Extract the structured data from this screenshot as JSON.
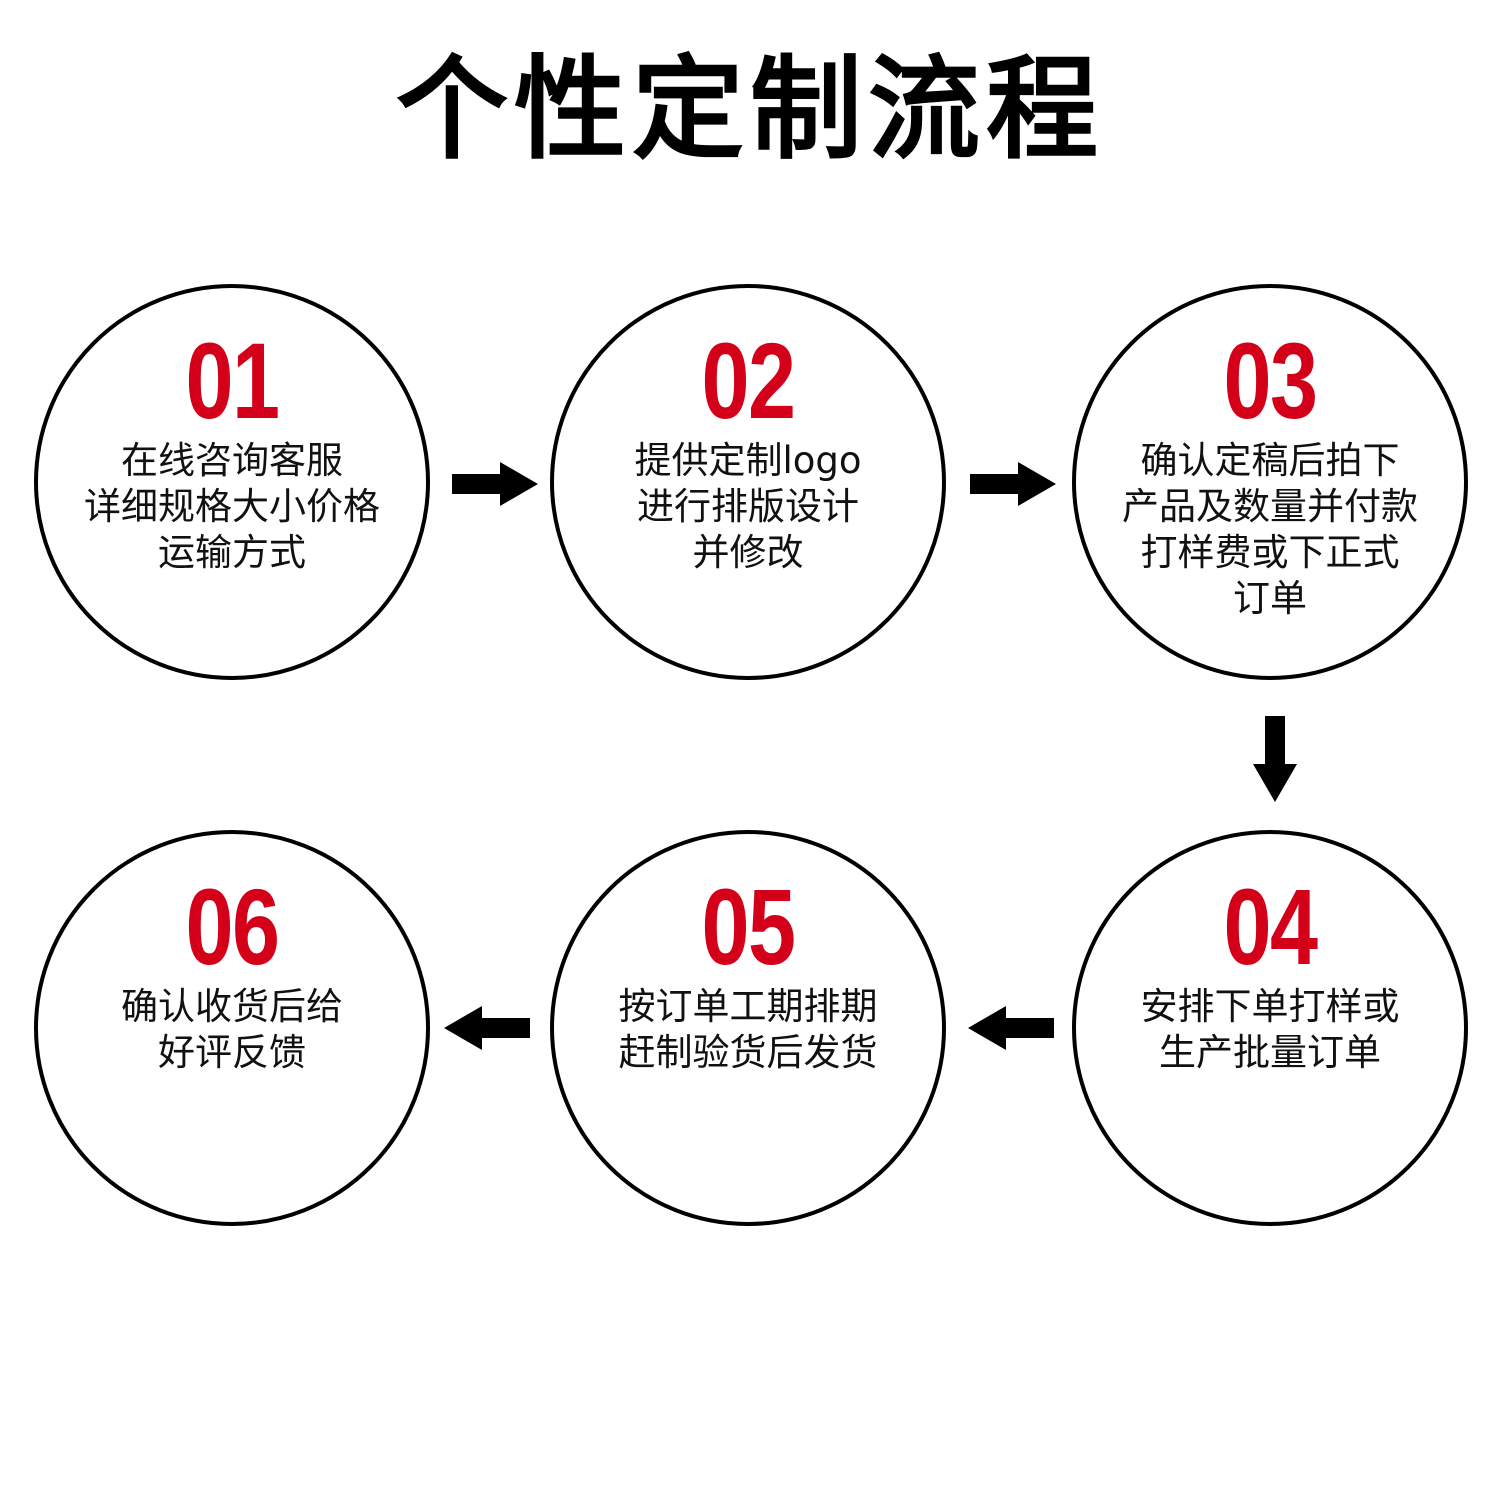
{
  "title": "个性定制流程",
  "colors": {
    "accent": "#d4001a",
    "stroke": "#000000",
    "text": "#111111",
    "background": "#ffffff"
  },
  "steps": [
    {
      "num": "01",
      "lines": [
        "在线咨询客服",
        "详细规格大小价格",
        "运输方式"
      ]
    },
    {
      "num": "02",
      "lines": [
        "提供定制logo",
        "进行排版设计",
        "并修改"
      ]
    },
    {
      "num": "03",
      "lines": [
        "确认定稿后拍下",
        "产品及数量并付款",
        "打样费或下正式",
        "订单"
      ]
    },
    {
      "num": "04",
      "lines": [
        "安排下单打样或",
        "生产批量订单"
      ]
    },
    {
      "num": "05",
      "lines": [
        "按订单工期排期",
        "赶制验货后发货"
      ]
    },
    {
      "num": "06",
      "lines": [
        "确认收货后给",
        "好评反馈"
      ]
    }
  ],
  "arrows": [
    {
      "from": "01",
      "to": "02",
      "direction": "right"
    },
    {
      "from": "02",
      "to": "03",
      "direction": "right"
    },
    {
      "from": "03",
      "to": "04",
      "direction": "down"
    },
    {
      "from": "04",
      "to": "05",
      "direction": "left"
    },
    {
      "from": "05",
      "to": "06",
      "direction": "left"
    }
  ]
}
